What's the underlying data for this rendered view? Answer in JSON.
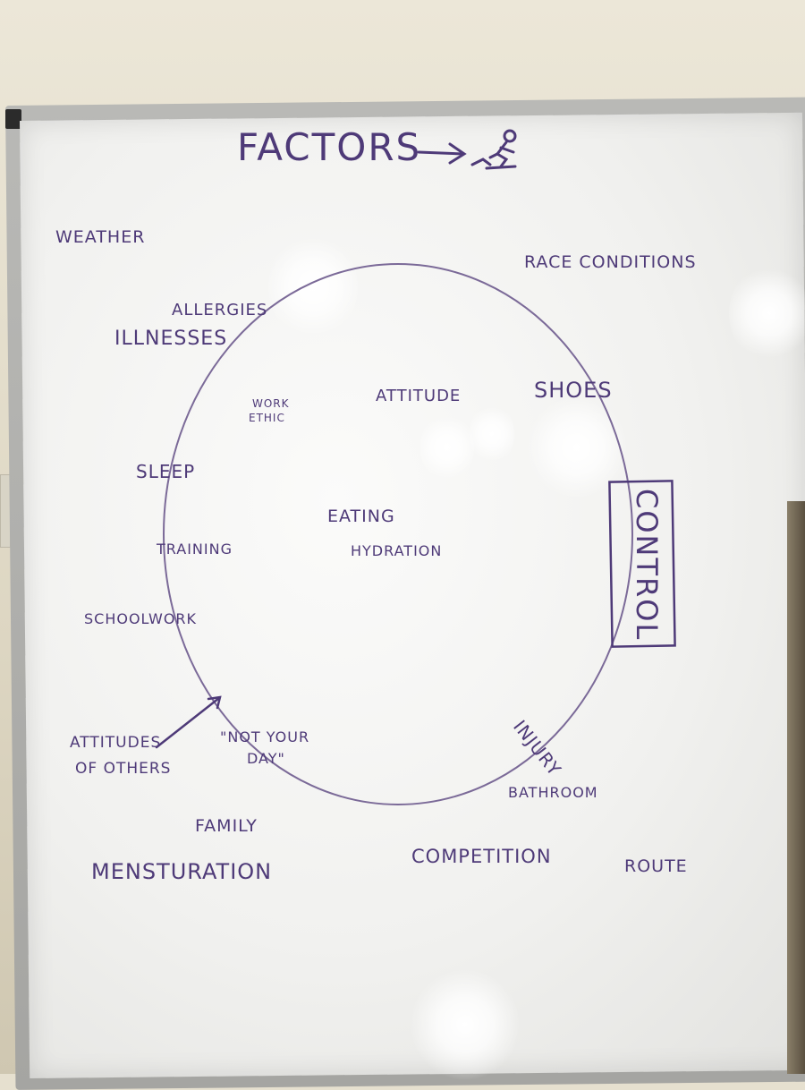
{
  "board": {
    "title": "FACTORS",
    "control_label": "CONTROL",
    "outside_circle": {
      "weather": "WEATHER",
      "race_conditions": "RACE CONDITIONS",
      "allergies": "ALLERGIES",
      "illnesses": "ILLNESSES",
      "schoolwork": "SCHOOLWORK",
      "attitudes_of_others_line1": "ATTITUDES",
      "attitudes_of_others_line2": "OF OTHERS",
      "family": "FAMILY",
      "mensturation": "MENSTURATION",
      "competition": "COMPETITION",
      "route": "ROUTE",
      "bathroom": "BATHROOM"
    },
    "inside_circle": {
      "work_ethic_line1": "WORK",
      "work_ethic_line2": "ETHIC",
      "attitude": "ATTITUDE",
      "shoes": "SHOES",
      "sleep": "SLEEP",
      "eating": "EATING",
      "hydration": "HYDRATION",
      "training": "TRAINING",
      "not_your_day_line1": "\"NOT YOUR",
      "not_your_day_line2": "DAY\"",
      "injury": "INJURY"
    },
    "ink_color": "#4e3a78",
    "icons": [
      "right-arrow-icon",
      "runner-icon",
      "pointer-arrow-icon"
    ]
  }
}
